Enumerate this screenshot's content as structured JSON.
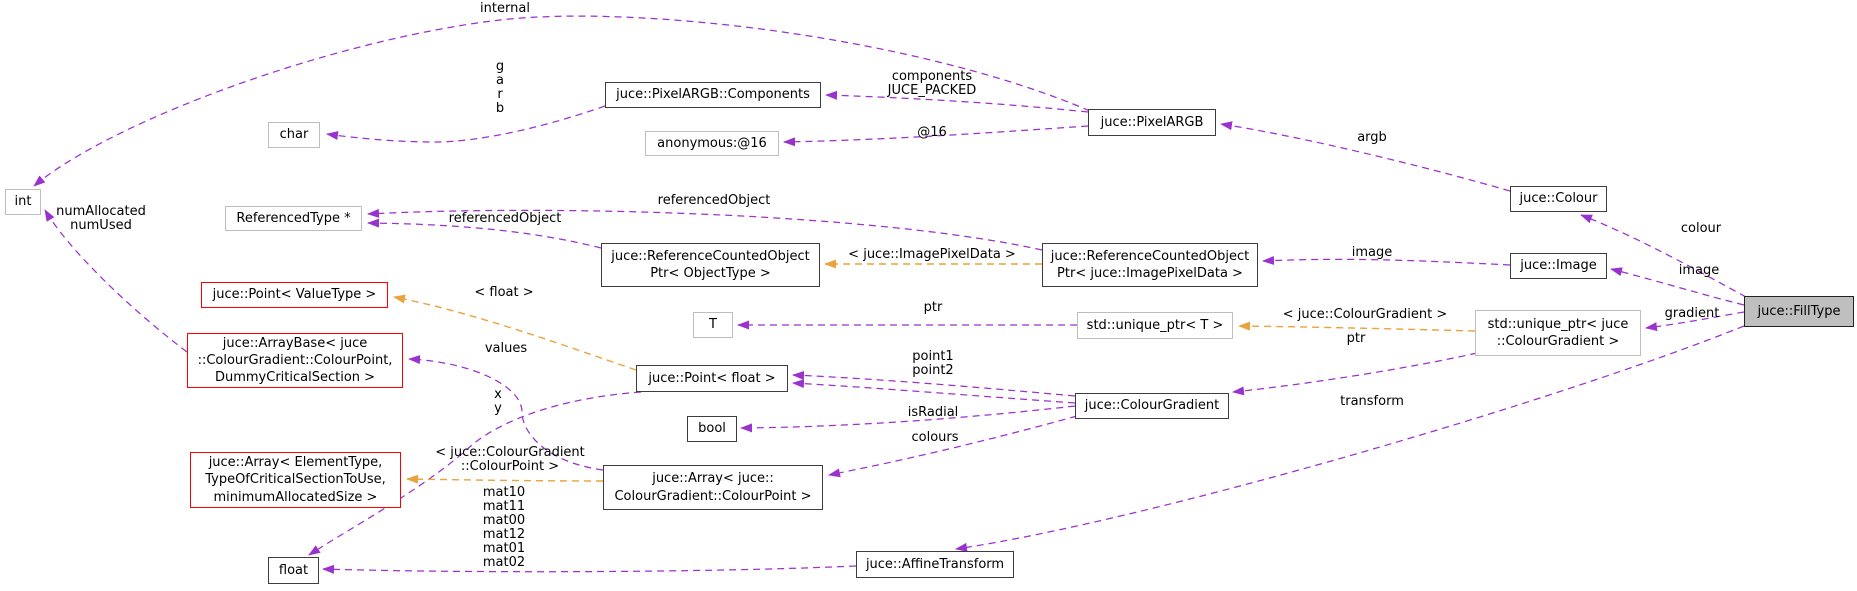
{
  "diagram": {
    "type": "doxygen-collaboration-graph",
    "main_class": "juce::FillType",
    "colors": {
      "edge_usage": "#9a32cd",
      "edge_template": "#e8a33c",
      "border_class": "#3d3d3d",
      "border_external": "#bebebe",
      "border_truncated_template": "#fe0000",
      "main_node_fill": "#bfbfbf",
      "background": "#ffffff"
    },
    "nodes": {
      "int": {
        "label": "int"
      },
      "char": {
        "label": "char"
      },
      "components": {
        "label": "juce::PixelARGB::Components"
      },
      "anonymous16": {
        "label": "anonymous:@16"
      },
      "pixelargb": {
        "label": "juce::PixelARGB"
      },
      "colour": {
        "label": "juce::Colour"
      },
      "image": {
        "label": "juce::Image"
      },
      "filltype": {
        "label": "juce::FillType"
      },
      "referencedtype": {
        "label": "ReferencedType *"
      },
      "refptr_objecttype": {
        "label": "juce::ReferenceCountedObject\nPtr< ObjectType >"
      },
      "refptr_imagepixeldata": {
        "label": "juce::ReferenceCountedObject\nPtr< juce::ImagePixelData >"
      },
      "point_valuetype": {
        "label": "juce::Point< ValueType >"
      },
      "t": {
        "label": "T"
      },
      "unique_ptr_t": {
        "label": "std::unique_ptr< T >"
      },
      "unique_ptr_cg": {
        "label": "std::unique_ptr< juce\n::ColourGradient >"
      },
      "arraybase": {
        "label": "juce::ArrayBase< juce\n::ColourGradient::ColourPoint,\nDummyCriticalSection >"
      },
      "point_float": {
        "label": "juce::Point< float >"
      },
      "bool": {
        "label": "bool"
      },
      "colourgradient": {
        "label": "juce::ColourGradient"
      },
      "array_template": {
        "label": "juce::Array< ElementType,\nTypeOfCriticalSectionToUse,\nminimumAllocatedSize >"
      },
      "array_colourpoint": {
        "label": "juce::Array< juce::\nColourGradient::ColourPoint >"
      },
      "float": {
        "label": "float"
      },
      "affinetransform": {
        "label": "juce::AffineTransform"
      }
    },
    "edge_labels": {
      "internal": {
        "text": "internal"
      },
      "garb": {
        "text": "g\na\nr\nb"
      },
      "components_pack": {
        "text": "components\nJUCE_PACKED"
      },
      "at16": {
        "text": "@16"
      },
      "argb": {
        "text": "argb"
      },
      "colour": {
        "text": "colour"
      },
      "image_right": {
        "text": "image"
      },
      "gradient": {
        "text": "gradient"
      },
      "image_mid": {
        "text": "image"
      },
      "referencedobject_upper": {
        "text": "referencedObject"
      },
      "referencedobject_lower": {
        "text": "referencedObject"
      },
      "tmpl_imagepixeldata": {
        "text": "< juce::ImagePixelData >"
      },
      "numallocated": {
        "text": "numAllocated\nnumUsed"
      },
      "tmpl_float": {
        "text": "< float >"
      },
      "ptr_mid": {
        "text": "ptr"
      },
      "tmpl_colourgradient": {
        "text": "< juce::ColourGradient >"
      },
      "ptr_right": {
        "text": "ptr"
      },
      "point12": {
        "text": "point1\npoint2"
      },
      "isradial": {
        "text": "isRadial"
      },
      "colours": {
        "text": "colours"
      },
      "values": {
        "text": "values"
      },
      "xy": {
        "text": "x\ny"
      },
      "tmpl_colourpoint": {
        "text": "< juce::ColourGradient\n::ColourPoint >"
      },
      "mats": {
        "text": "mat10\nmat11\nmat00\nmat12\nmat01\nmat02"
      },
      "transform": {
        "text": "transform"
      }
    }
  }
}
